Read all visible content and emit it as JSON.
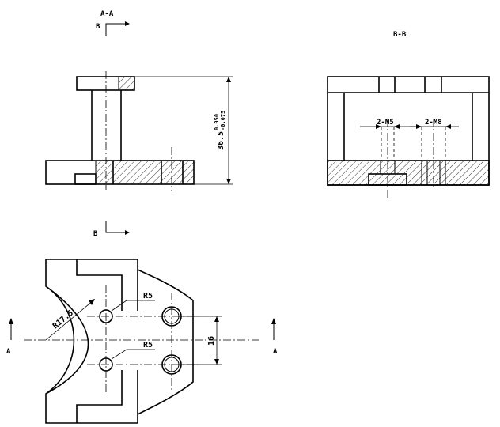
{
  "section_labels": {
    "aa_title": "A-A",
    "bb_title": "B-B",
    "b_top": "B",
    "b_bottom": "B",
    "a_left": "A",
    "a_right": "A"
  },
  "dimensions": {
    "height_base": "36.5",
    "height_tol_upper": "0.050",
    "height_tol_lower": "-0.075",
    "radius_large": "R17.5",
    "radius_r5_top": "R5",
    "radius_r5_bottom": "R5",
    "spacing_16": "16",
    "thread_m5": "2-M5",
    "thread_m8": "2-M8"
  }
}
